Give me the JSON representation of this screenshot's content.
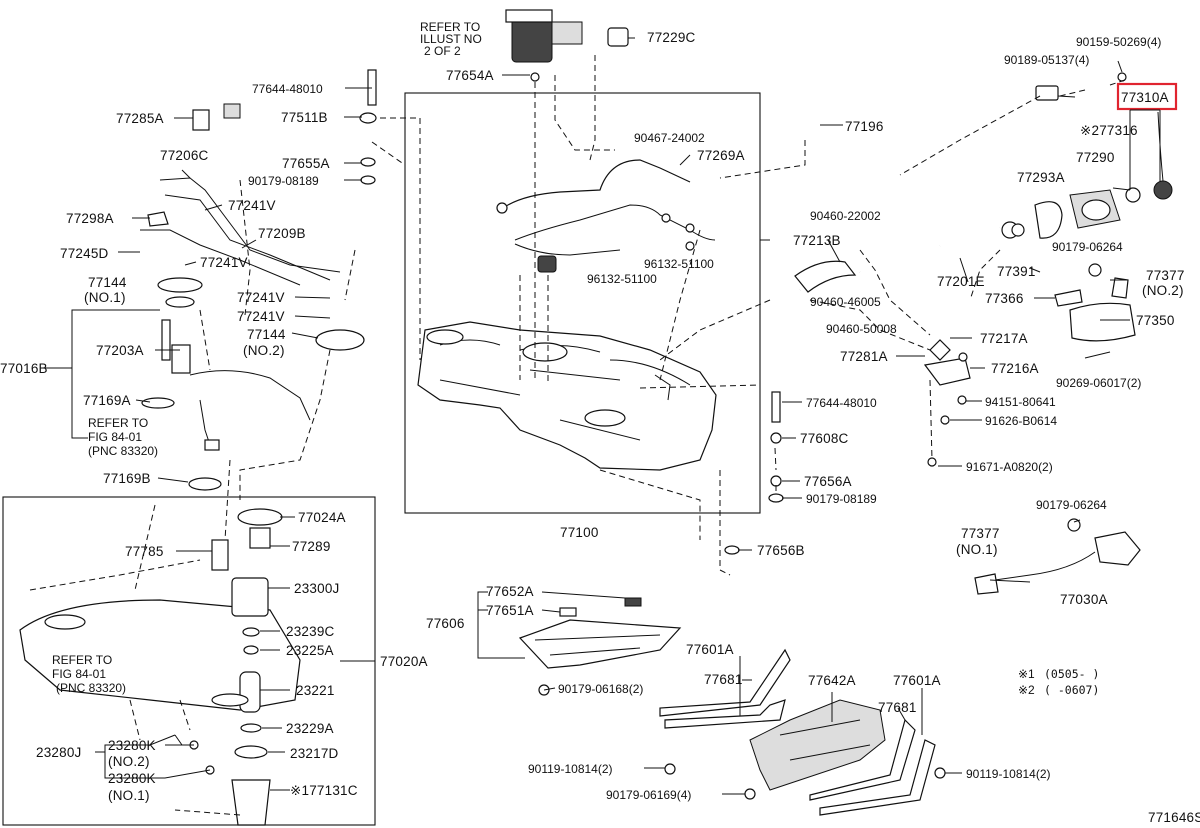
{
  "diagram": {
    "sheet_code": "771646S",
    "highlighted_part": "77310A",
    "notes": [
      {
        "mark": "※1",
        "text": "(0505-     )"
      },
      {
        "mark": "※2",
        "text": "(     -0607)"
      }
    ],
    "refer_notes": {
      "top": [
        "REFER TO",
        "ILLUST NO",
        "2 OF 2"
      ],
      "left1": [
        "REFER TO",
        "FIG 84-01",
        "(PNC 83320)"
      ],
      "left2": [
        "REFER TO",
        "FIG 84-01",
        "(PNC 83320)"
      ]
    },
    "callouts": {
      "p77229C": "77229C",
      "p77654A": "77654A",
      "p90159": "90159-50269(4)",
      "p90189": "90189-05137(4)",
      "p77310A": "77310A",
      "p77316": "※277316",
      "p77290": "77290",
      "p77293A": "77293A",
      "p77196": "77196",
      "p90467": "90467-24002",
      "p77269A": "77269A",
      "p90460_22002": "90460-22002",
      "p77213B": "77213B",
      "p77201E": "77201E",
      "p77391": "77391",
      "p90179_06264a": "90179-06264",
      "p77377_2": "77377",
      "p77377_2n": "(NO.2)",
      "p77366": "77366",
      "p77350": "77350",
      "p96132a": "96132-51100",
      "p96132b": "96132-51100",
      "p90460_46005": "90460-46005",
      "p90460_50008": "90460-50008",
      "p77217A": "77217A",
      "p77281A": "77281A",
      "p77216A": "77216A",
      "p90269": "90269-06017(2)",
      "p94151": "94151-80641",
      "p91626": "91626-B0614",
      "p91671": "91671-A0820(2)",
      "p77644b": "77644-48010",
      "p77608C": "77608C",
      "p77656A": "77656A",
      "p90179_08189b": "90179-08189",
      "p77656B": "77656B",
      "p77100": "77100",
      "p90179_06264b": "90179-06264",
      "p77377_1": "77377",
      "p77377_1n": "(NO.1)",
      "p77030A": "77030A",
      "p77644a": "77644-48010",
      "p77511B": "77511B",
      "p77655A": "77655A",
      "p90179_08189a": "90179-08189",
      "p77285A": "77285A",
      "p77206C": "77206C",
      "p77298A": "77298A",
      "p77241V_a": "77241V",
      "p77209B": "77209B",
      "p77245D": "77245D",
      "p77241V_b": "77241V",
      "p77144_1": "77144",
      "p77144_1n": "(NO.1)",
      "p77241V_c": "77241V",
      "p77241V_d": "77241V",
      "p77144_2": "77144",
      "p77144_2n": "(NO.2)",
      "p77016B": "77016B",
      "p77203A": "77203A",
      "p77169A": "77169A",
      "p77169B": "77169B",
      "p77024A": "77024A",
      "p77289": "77289",
      "p77785": "77785",
      "p23300J": "23300J",
      "p23239C": "23239C",
      "p23225A": "23225A",
      "p23221": "23221",
      "p23229A": "23229A",
      "p23217D": "23217D",
      "p77131C": "※177131C",
      "p77020A": "77020A",
      "p23280J": "23280J",
      "p23280K_2": "23280K",
      "p23280K_2n": "(NO.2)",
      "p23280K_1": "23280K",
      "p23280K_1n": "(NO.1)",
      "p77652A": "77652A",
      "p77651A": "77651A",
      "p77606": "77606",
      "p90179_06168": "90179-06168(2)",
      "p77601A_a": "77601A",
      "p77681_a": "77681",
      "p77642A": "77642A",
      "p77601A_b": "77601A",
      "p77681_b": "77681",
      "p90119_a": "90119-10814(2)",
      "p90179_06169": "90179-06169(4)",
      "p90119_b": "90119-10814(2)"
    }
  }
}
